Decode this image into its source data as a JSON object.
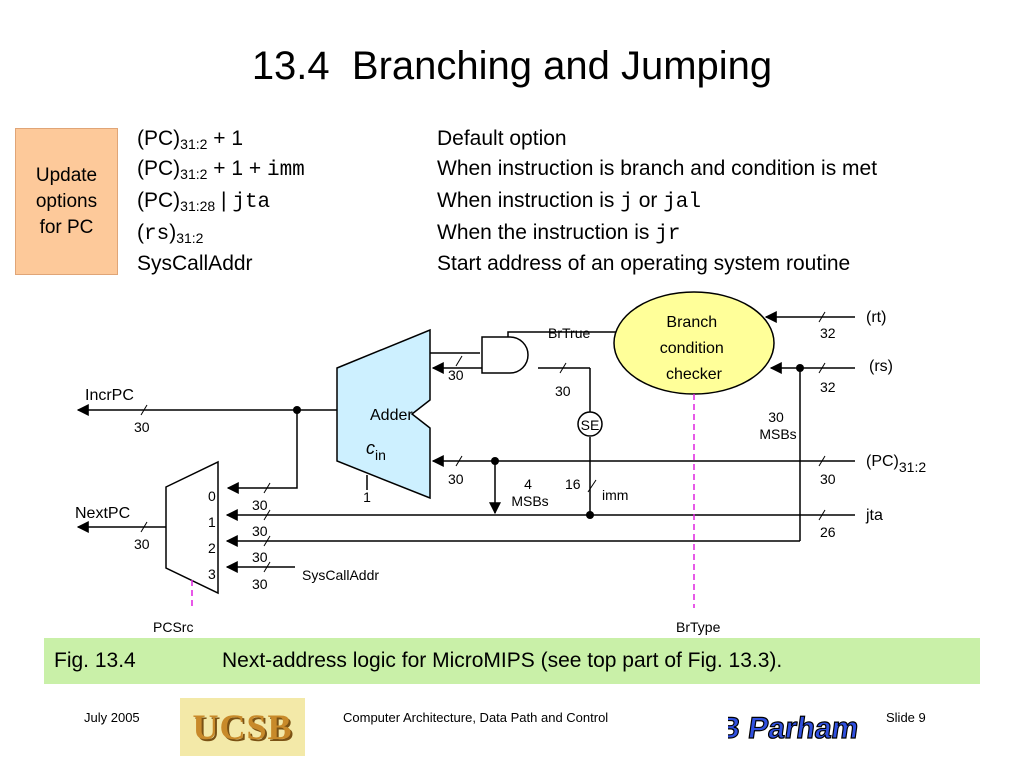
{
  "title": "13.4  Branching and Jumping",
  "update_box": "Update\noptions\nfor PC",
  "options": [
    {
      "base": "(PC)",
      "sub": "31:2",
      "tail": " + 1",
      "mono": "",
      "desc_pre": "Default option",
      "desc_mono": "",
      "desc_mid": "",
      "desc_mono2": ""
    },
    {
      "base": "(PC)",
      "sub": "31:2",
      "tail": " + 1 + ",
      "mono": "imm",
      "desc_pre": "When instruction is branch and condition is met",
      "desc_mono": "",
      "desc_mid": "",
      "desc_mono2": ""
    },
    {
      "base": "(PC)",
      "sub": "31:28",
      "tail": " | ",
      "mono": "jta",
      "desc_pre": "When instruction is ",
      "desc_mono": "j",
      "desc_mid": " or ",
      "desc_mono2": "jal"
    },
    {
      "base": "(",
      "base_mono": "rs",
      "base_close": ")",
      "sub": "31:2",
      "desc_pre": "When the instruction is ",
      "desc_mono": "jr"
    },
    {
      "base": "SysCallAddr",
      "desc_pre": "Start address of an operating system routine"
    }
  ],
  "diagram": {
    "branch_checker": "Branch\ncondition\nchecker",
    "adder_label": "Adder",
    "cin_base": "c",
    "cin_sub": "in",
    "se_label": "SE",
    "inputs": {
      "rt": "(rt)",
      "rs": "(rs)",
      "pc_base": "(PC)",
      "pc_sub": "31:2",
      "jta": "jta"
    },
    "outputs": {
      "incrpc": "IncrPC",
      "nextpc": "NextPC"
    },
    "signals": {
      "brtrue": "BrTrue",
      "pcsrc": "PCSrc",
      "brtype": "BrType",
      "imm": "imm",
      "syscalladdr": "SysCallAddr",
      "msbs_30": "30\nMSBs",
      "msbs_4": "4\nMSBs",
      "one": "1"
    },
    "mux_inputs": [
      "0",
      "1",
      "2",
      "3"
    ],
    "widths": {
      "rt": "32",
      "rs": "32",
      "pc": "30",
      "jta": "26",
      "incrpc": "30",
      "nextpc": "30",
      "adder_in": "30",
      "and_in": "30",
      "pc_to_adder": "30",
      "imm": "16",
      "mux0": "30",
      "mux1": "30",
      "mux2": "30",
      "mux3": "30"
    }
  },
  "caption": {
    "num": "Fig. 13.4",
    "text": "Next-address logic for MicroMIPS (see top part of Fig. 13.3)."
  },
  "footer": {
    "date": "July 2005",
    "ucsb": "UCSB",
    "course": "Computer Architecture, Data Path and Control",
    "author_logo": "B Parhami",
    "slide": "Slide 9"
  },
  "colors": {
    "update_box": "#fdc99a",
    "caption_bg": "#c9f0a8",
    "checker_fill": "#ffff99",
    "adder_fill": "#cdf0ff",
    "control_line": "#e020e0"
  }
}
